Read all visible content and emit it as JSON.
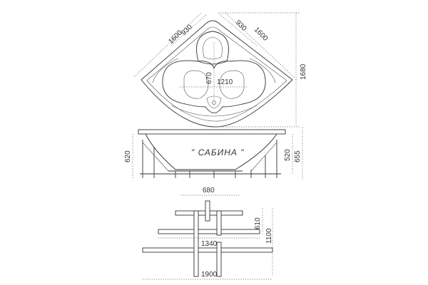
{
  "top_view": {
    "dim_left_outer": "1600",
    "dim_left_inner": "930",
    "dim_right_inner": "930",
    "dim_right_outer": "1600",
    "dim_height": "1680",
    "dim_inner_depth": "670",
    "dim_inner_width": "1210"
  },
  "side_view": {
    "model_name": "\" САБИНА \"",
    "dim_left": "620",
    "dim_right_inner": "520",
    "dim_right_outer": "655"
  },
  "frame_view": {
    "dim_top": "680",
    "dim_middle": "1340",
    "dim_bottom": "1900",
    "dim_right_inner": "610",
    "dim_right_outer": "1100"
  }
}
